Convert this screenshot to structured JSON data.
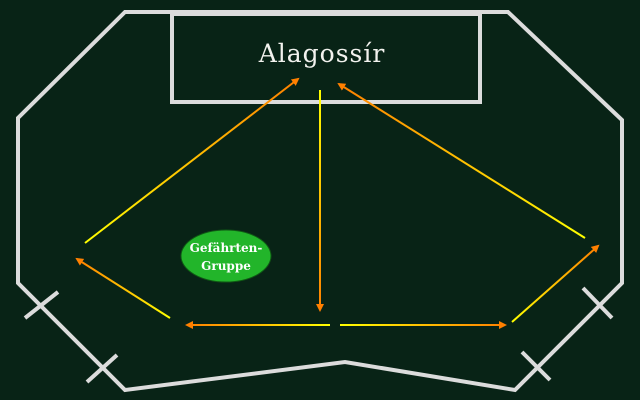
{
  "title": "Alagossír",
  "group_badge": {
    "line1": "Gefährten-",
    "line2": "Gruppe"
  },
  "colors": {
    "background": "#082316",
    "walls": "#dcdcdc",
    "arrow_start": "#ffff00",
    "arrow_end": "#ff8000",
    "badge": "#22b52a"
  },
  "arrows": [
    {
      "name": "arrow-left-to-title",
      "from": "left-flank",
      "to": "title"
    },
    {
      "name": "arrow-title-down",
      "from": "title",
      "to": "center-bottom"
    },
    {
      "name": "arrow-right-to-title",
      "from": "right-flank",
      "to": "title"
    },
    {
      "name": "arrow-bottom-left-up",
      "from": "bottom-left",
      "to": "left-flank"
    },
    {
      "name": "arrow-center-left",
      "from": "center",
      "to": "bottom-left"
    },
    {
      "name": "arrow-center-right",
      "from": "center",
      "to": "bottom-right"
    },
    {
      "name": "arrow-bottom-right-up",
      "from": "bottom-right",
      "to": "right-flank"
    }
  ]
}
